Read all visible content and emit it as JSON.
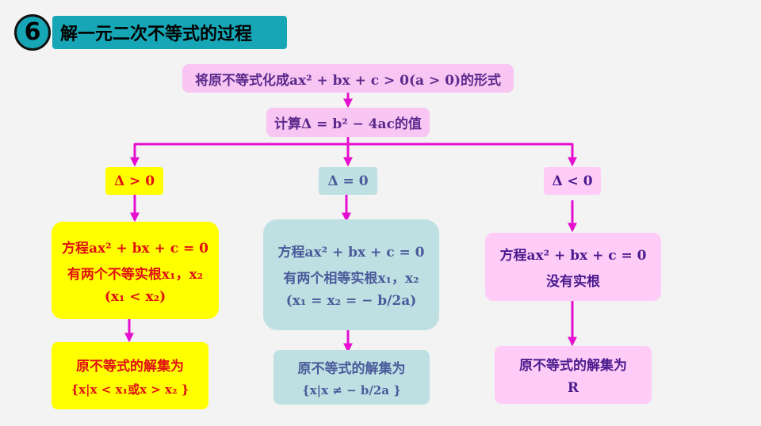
{
  "header": {
    "number": "6",
    "title": "解一元二次不等式的过程"
  },
  "top_box": {
    "text": "将原不等式化成ax² + bx + c > 0(a > 0)的形式"
  },
  "delta_box": {
    "text": "计算Δ = b² − 4ac的值"
  },
  "branches": {
    "positive": {
      "condition": "Δ > 0",
      "roots_line1": "方程ax² + bx + c = 0",
      "roots_line2": "有两个不等实根x₁，x₂",
      "roots_line3": "(x₁ < x₂)",
      "solution_line1": "原不等式的解集为",
      "solution_line2": "{x|x < x₁或x > x₂ }"
    },
    "zero": {
      "condition": "Δ = 0",
      "roots_line1": "方程ax² + bx + c = 0",
      "roots_line2": "有两个相等实根x₁，x₂",
      "roots_line3": "(x₁ = x₂ = − b/2a)",
      "solution_line1": "原不等式的解集为",
      "solution_line2": "{x|x ≠ − b/2a }"
    },
    "negative": {
      "condition": "Δ < 0",
      "roots_line1": "方程ax² + bx + c = 0",
      "roots_line2": "没有实根",
      "solution_line1": "原不等式的解集为",
      "solution_line2": "R"
    }
  },
  "colors": {
    "accent": "#17a6b6",
    "arrow": "#e60fd0",
    "pink_box": "#f9c6f3",
    "yellow_box": "#ffff00",
    "teal_box": "#bfe0e3"
  }
}
